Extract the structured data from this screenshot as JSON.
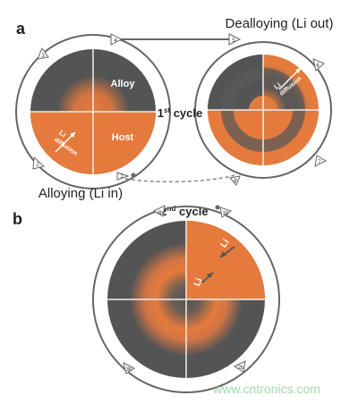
{
  "panels": {
    "a": {
      "label": "a",
      "cycle_label_main": "1",
      "cycle_label_sup": "st",
      "cycle_label_tail": " cycle",
      "dealloying_label": "Dealloying (Li out)",
      "alloying_label": "Alloying (Li in)",
      "left_circle": {
        "alloy_label": "Alloy",
        "host_label": "Host",
        "li_label": "Li",
        "diffusion_label": "diffusion"
      },
      "right_circle": {
        "li_label": "Li",
        "diffusion_label": "diffusion"
      },
      "step_markers": [
        "1",
        "2",
        "3",
        "4",
        "5",
        "6",
        "7",
        "8"
      ]
    },
    "b": {
      "label": "b",
      "cycle_label_main": "2",
      "cycle_label_sup": "nd",
      "cycle_label_tail": " cycle",
      "inner_li_label": "Li",
      "outer_li_label": "Li",
      "step_markers": [
        "4b",
        "1b",
        "2b",
        "3b"
      ]
    }
  },
  "watermark": "www.cntronics.com",
  "colors": {
    "orange": "#e47a3c",
    "dark": "#545454",
    "ring": "#666666"
  }
}
